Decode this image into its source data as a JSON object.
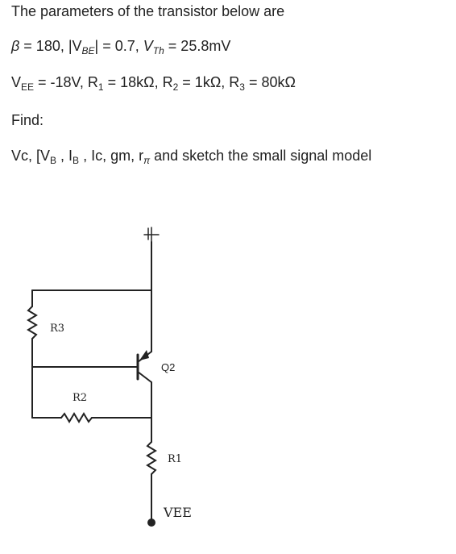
{
  "problem": {
    "intro": "The parameters of the transistor below are",
    "line2": {
      "beta_symbol": "β",
      "beta_text": " = 180, |V",
      "vbe_sub": "BE",
      "vbe_text": "| = 0.7, ",
      "vth_v": "V",
      "vth_sub": "Th",
      "vth_text": " = 25.8mV"
    },
    "line3": {
      "vee_v": "V",
      "vee_sub": "EE",
      "vee_text": " = -18V, R",
      "r1_sub": "1",
      "r1_text": " = 18kΩ, R",
      "r2_sub": "2",
      "r2_text": " = 1kΩ, R",
      "r3_sub": "3",
      "r3_text": " = 80kΩ"
    },
    "find_label": "Find:",
    "line5": {
      "p1": "Vc, [V",
      "vb_sub": "B",
      "p2": " , I",
      "ib_sub": "B",
      "p3": " , Ic, gm, r",
      "rpi_sub": "π",
      "p4": "  and sketch the small signal model"
    }
  },
  "circuit": {
    "r3_label": "R3",
    "r2_label": "R2",
    "r1_label": "R1",
    "q2_label": "Q2",
    "vee_label": "VEE"
  }
}
